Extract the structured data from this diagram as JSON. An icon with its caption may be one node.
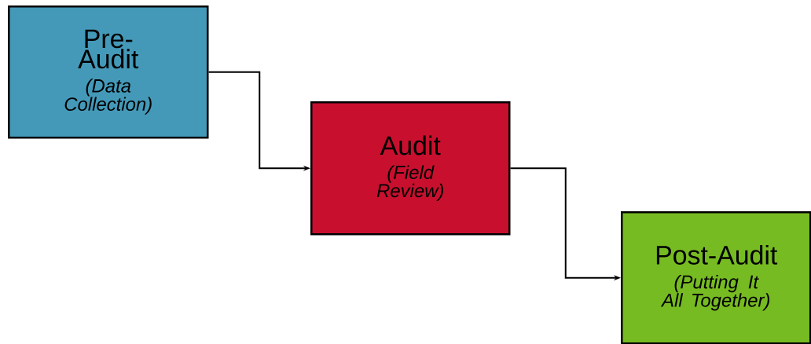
{
  "diagram": {
    "nodes": [
      {
        "text": [
          "Pre-Audit",
          "(Data Collection)"
        ]
      },
      {
        "text": [
          "Audit",
          "(Field Review)"
        ]
      },
      {
        "text": [
          "Post-Audit",
          "(Putting It All Together)"
        ]
      }
    ],
    "edges": [
      {
        "from": 0,
        "to": 1,
        "arrow": "to"
      },
      {
        "from": 1,
        "to": 2,
        "arrow": "to"
      }
    ]
  }
}
